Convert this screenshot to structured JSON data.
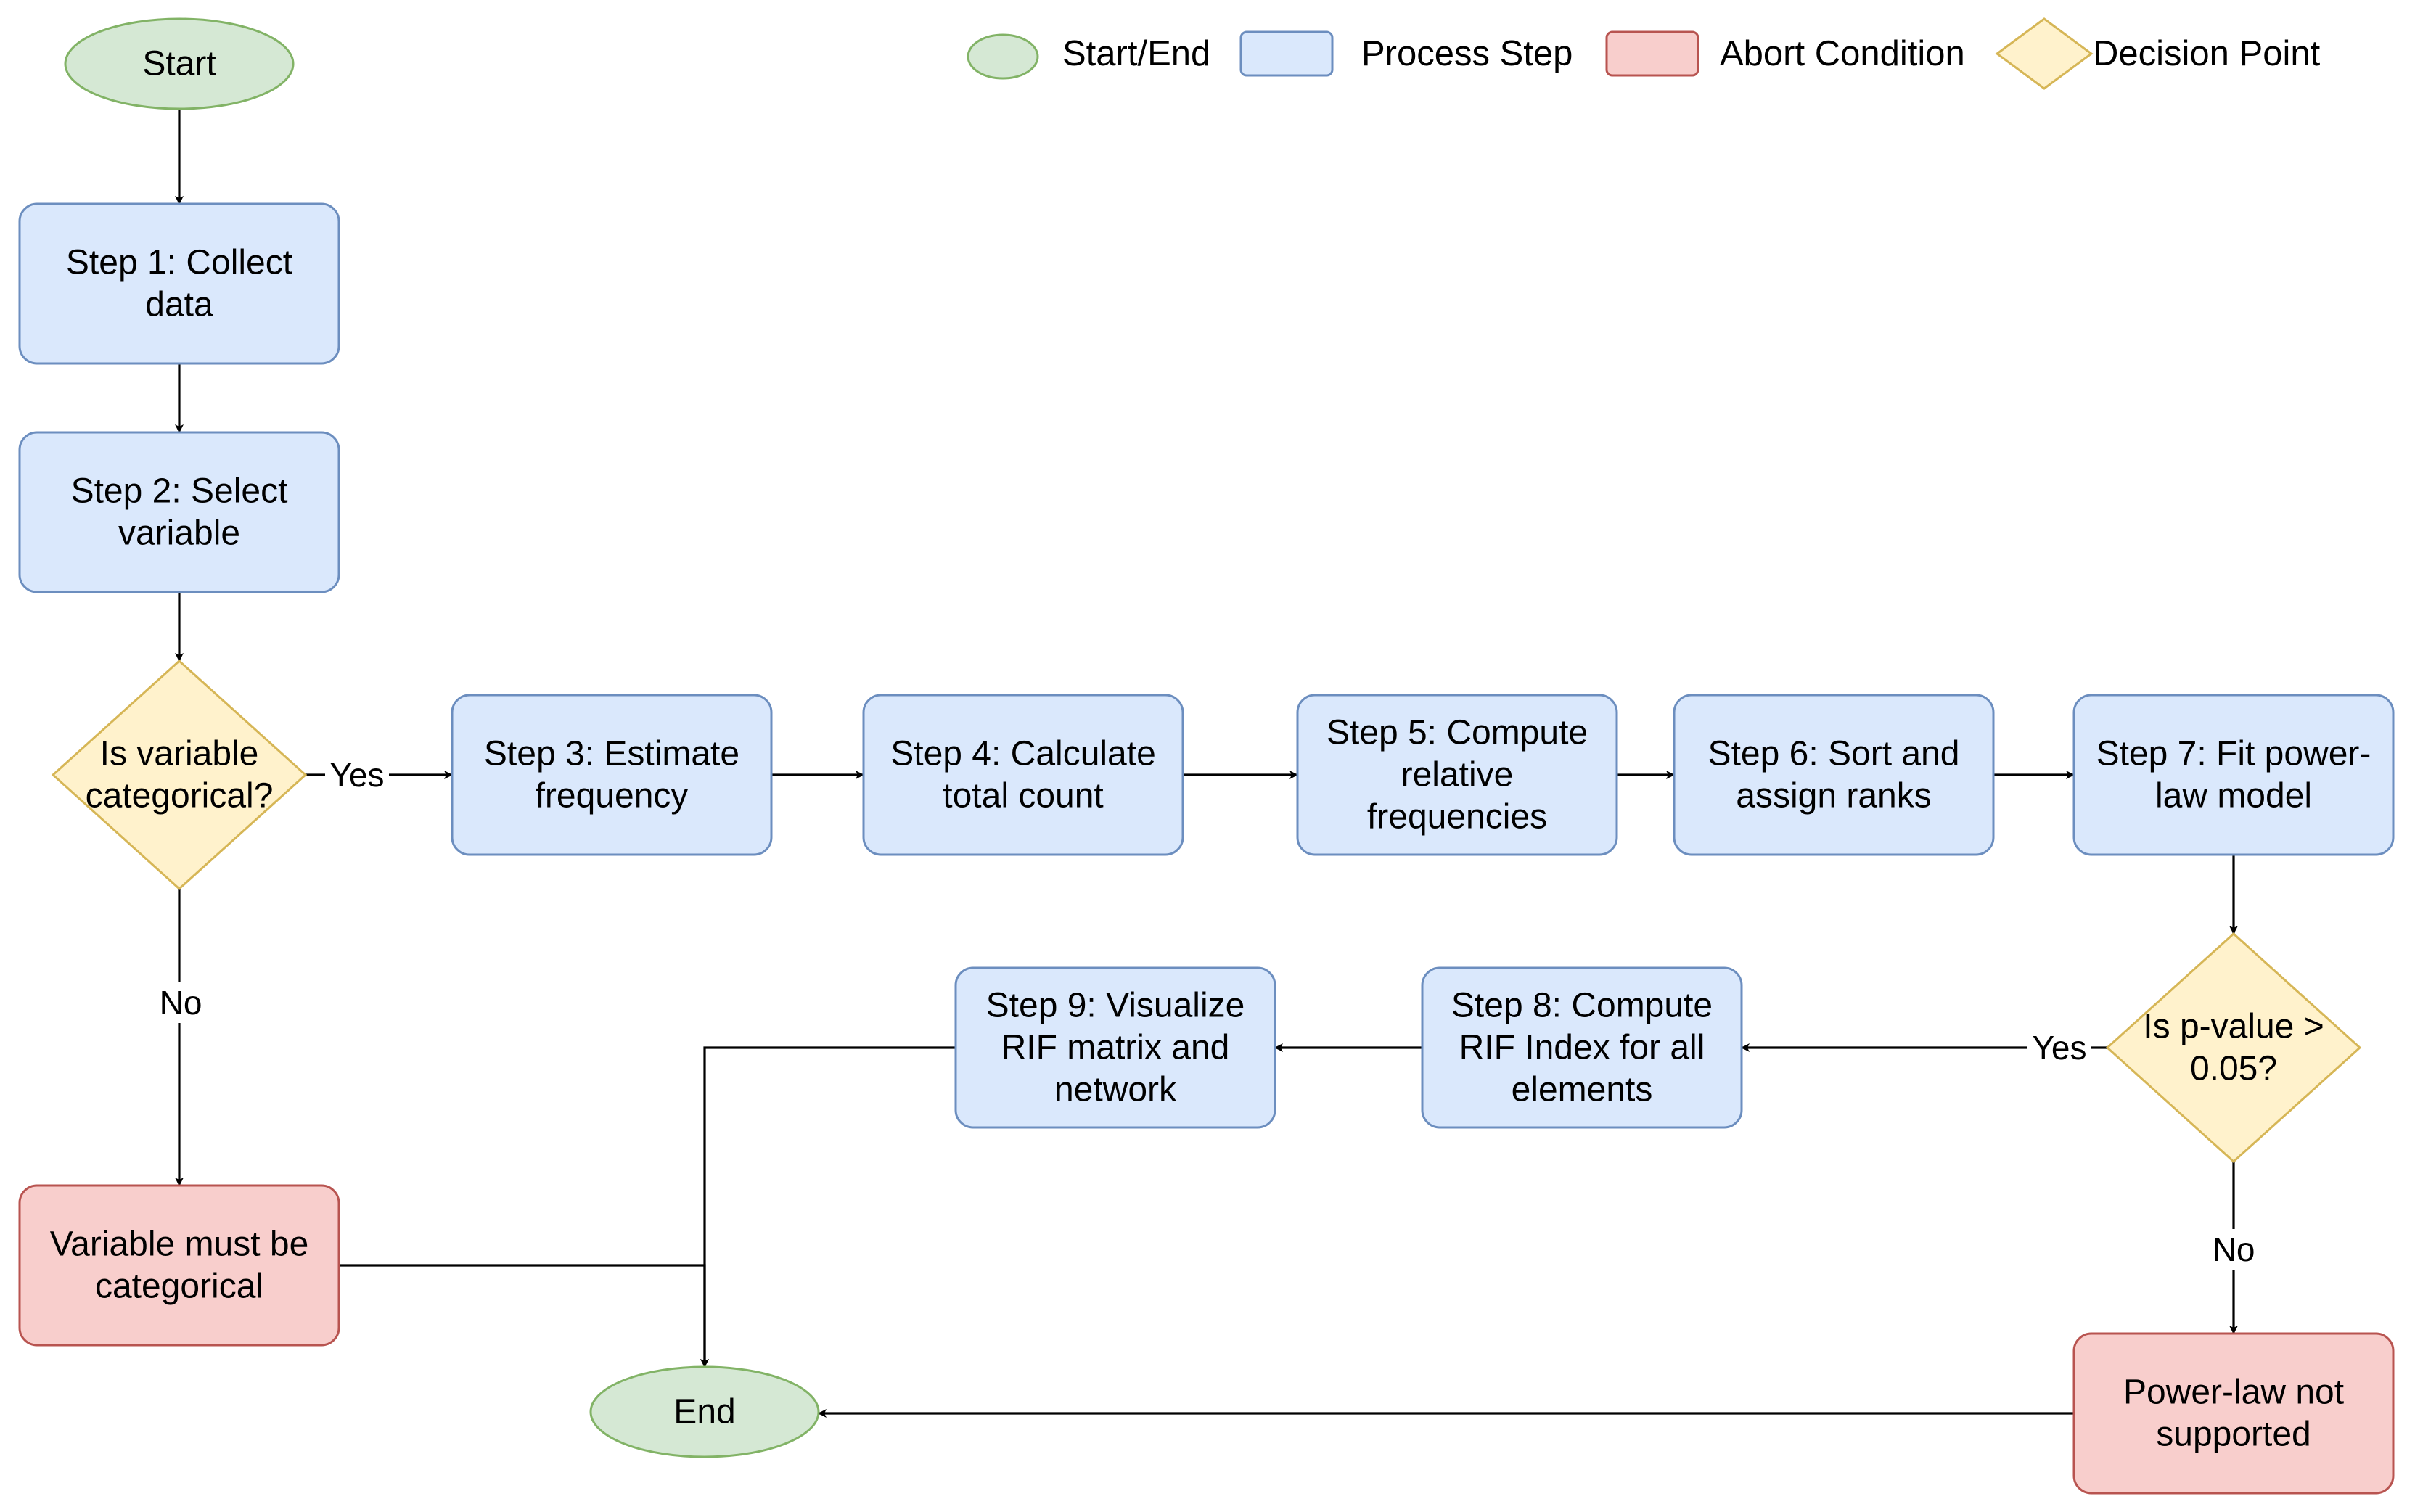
{
  "colors": {
    "start_end": {
      "fill": "#d5e8d4",
      "stroke": "#82b366"
    },
    "process": {
      "fill": "#dae8fc",
      "stroke": "#6c8ebf"
    },
    "abort": {
      "fill": "#f8cecc",
      "stroke": "#b85450"
    },
    "decision": {
      "fill": "#fff2cc",
      "stroke": "#d6b656"
    },
    "line": "#000000"
  },
  "legend": [
    {
      "shape": "ellipse",
      "kind": "start_end",
      "label": "Start/End"
    },
    {
      "shape": "rect",
      "kind": "process",
      "label": "Process Step"
    },
    {
      "shape": "rect",
      "kind": "abort",
      "label": "Abort Condition"
    },
    {
      "shape": "diamond",
      "kind": "decision",
      "label": "Decision Point"
    }
  ],
  "nodes": {
    "start": {
      "kind": "start_end",
      "lines": [
        "Start"
      ]
    },
    "step1": {
      "kind": "process",
      "lines": [
        "Step 1: Collect",
        "data"
      ]
    },
    "step2": {
      "kind": "process",
      "lines": [
        "Step 2: Select",
        "variable"
      ]
    },
    "decision_categorical": {
      "kind": "decision",
      "lines": [
        "Is variable",
        "categorical?"
      ]
    },
    "step3": {
      "kind": "process",
      "lines": [
        "Step 3: Estimate",
        "frequency"
      ]
    },
    "step4": {
      "kind": "process",
      "lines": [
        "Step 4: Calculate",
        "total count"
      ]
    },
    "step5": {
      "kind": "process",
      "lines": [
        "Step 5: Compute",
        "relative",
        "frequencies"
      ]
    },
    "step6": {
      "kind": "process",
      "lines": [
        "Step 6: Sort and",
        "assign ranks"
      ]
    },
    "step7": {
      "kind": "process",
      "lines": [
        "Step 7: Fit power-",
        "law model"
      ]
    },
    "decision_pvalue": {
      "kind": "decision",
      "lines": [
        "Is p-value >",
        "0.05?"
      ]
    },
    "step8": {
      "kind": "process",
      "lines": [
        "Step 8: Compute",
        "RIF Index for all",
        "elements"
      ]
    },
    "step9": {
      "kind": "process",
      "lines": [
        "Step 9: Visualize",
        "RIF matrix and",
        "network"
      ]
    },
    "abort_categorical": {
      "kind": "abort",
      "lines": [
        "Variable must be",
        "categorical"
      ]
    },
    "abort_powerlaw": {
      "kind": "abort",
      "lines": [
        "Power-law not",
        "supported"
      ]
    },
    "end": {
      "kind": "start_end",
      "lines": [
        "End"
      ]
    }
  },
  "edges": [
    {
      "id": "start-step1",
      "from": "start",
      "to": "step1",
      "label": ""
    },
    {
      "id": "step1-step2",
      "from": "step1",
      "to": "step2",
      "label": ""
    },
    {
      "id": "step2-decision",
      "from": "step2",
      "to": "decision_categorical",
      "label": ""
    },
    {
      "id": "decision-step3",
      "from": "decision_categorical",
      "to": "step3",
      "label": "Yes"
    },
    {
      "id": "decision-abort",
      "from": "decision_categorical",
      "to": "abort_categorical",
      "label": "No"
    },
    {
      "id": "step3-step4",
      "from": "step3",
      "to": "step4",
      "label": ""
    },
    {
      "id": "step4-step5",
      "from": "step4",
      "to": "step5",
      "label": ""
    },
    {
      "id": "step5-step6",
      "from": "step5",
      "to": "step6",
      "label": ""
    },
    {
      "id": "step6-step7",
      "from": "step6",
      "to": "step7",
      "label": ""
    },
    {
      "id": "step7-pvalue",
      "from": "step7",
      "to": "decision_pvalue",
      "label": ""
    },
    {
      "id": "pvalue-step8",
      "from": "decision_pvalue",
      "to": "step8",
      "label": "Yes"
    },
    {
      "id": "pvalue-abort",
      "from": "decision_pvalue",
      "to": "abort_powerlaw",
      "label": "No"
    },
    {
      "id": "step8-step9",
      "from": "step8",
      "to": "step9",
      "label": ""
    },
    {
      "id": "step9-end",
      "from": "step9",
      "to": "end",
      "label": ""
    },
    {
      "id": "abort-categorical-end",
      "from": "abort_categorical",
      "to": "end",
      "label": ""
    },
    {
      "id": "abort-powerlaw-end",
      "from": "abort_powerlaw",
      "to": "end",
      "label": ""
    }
  ]
}
